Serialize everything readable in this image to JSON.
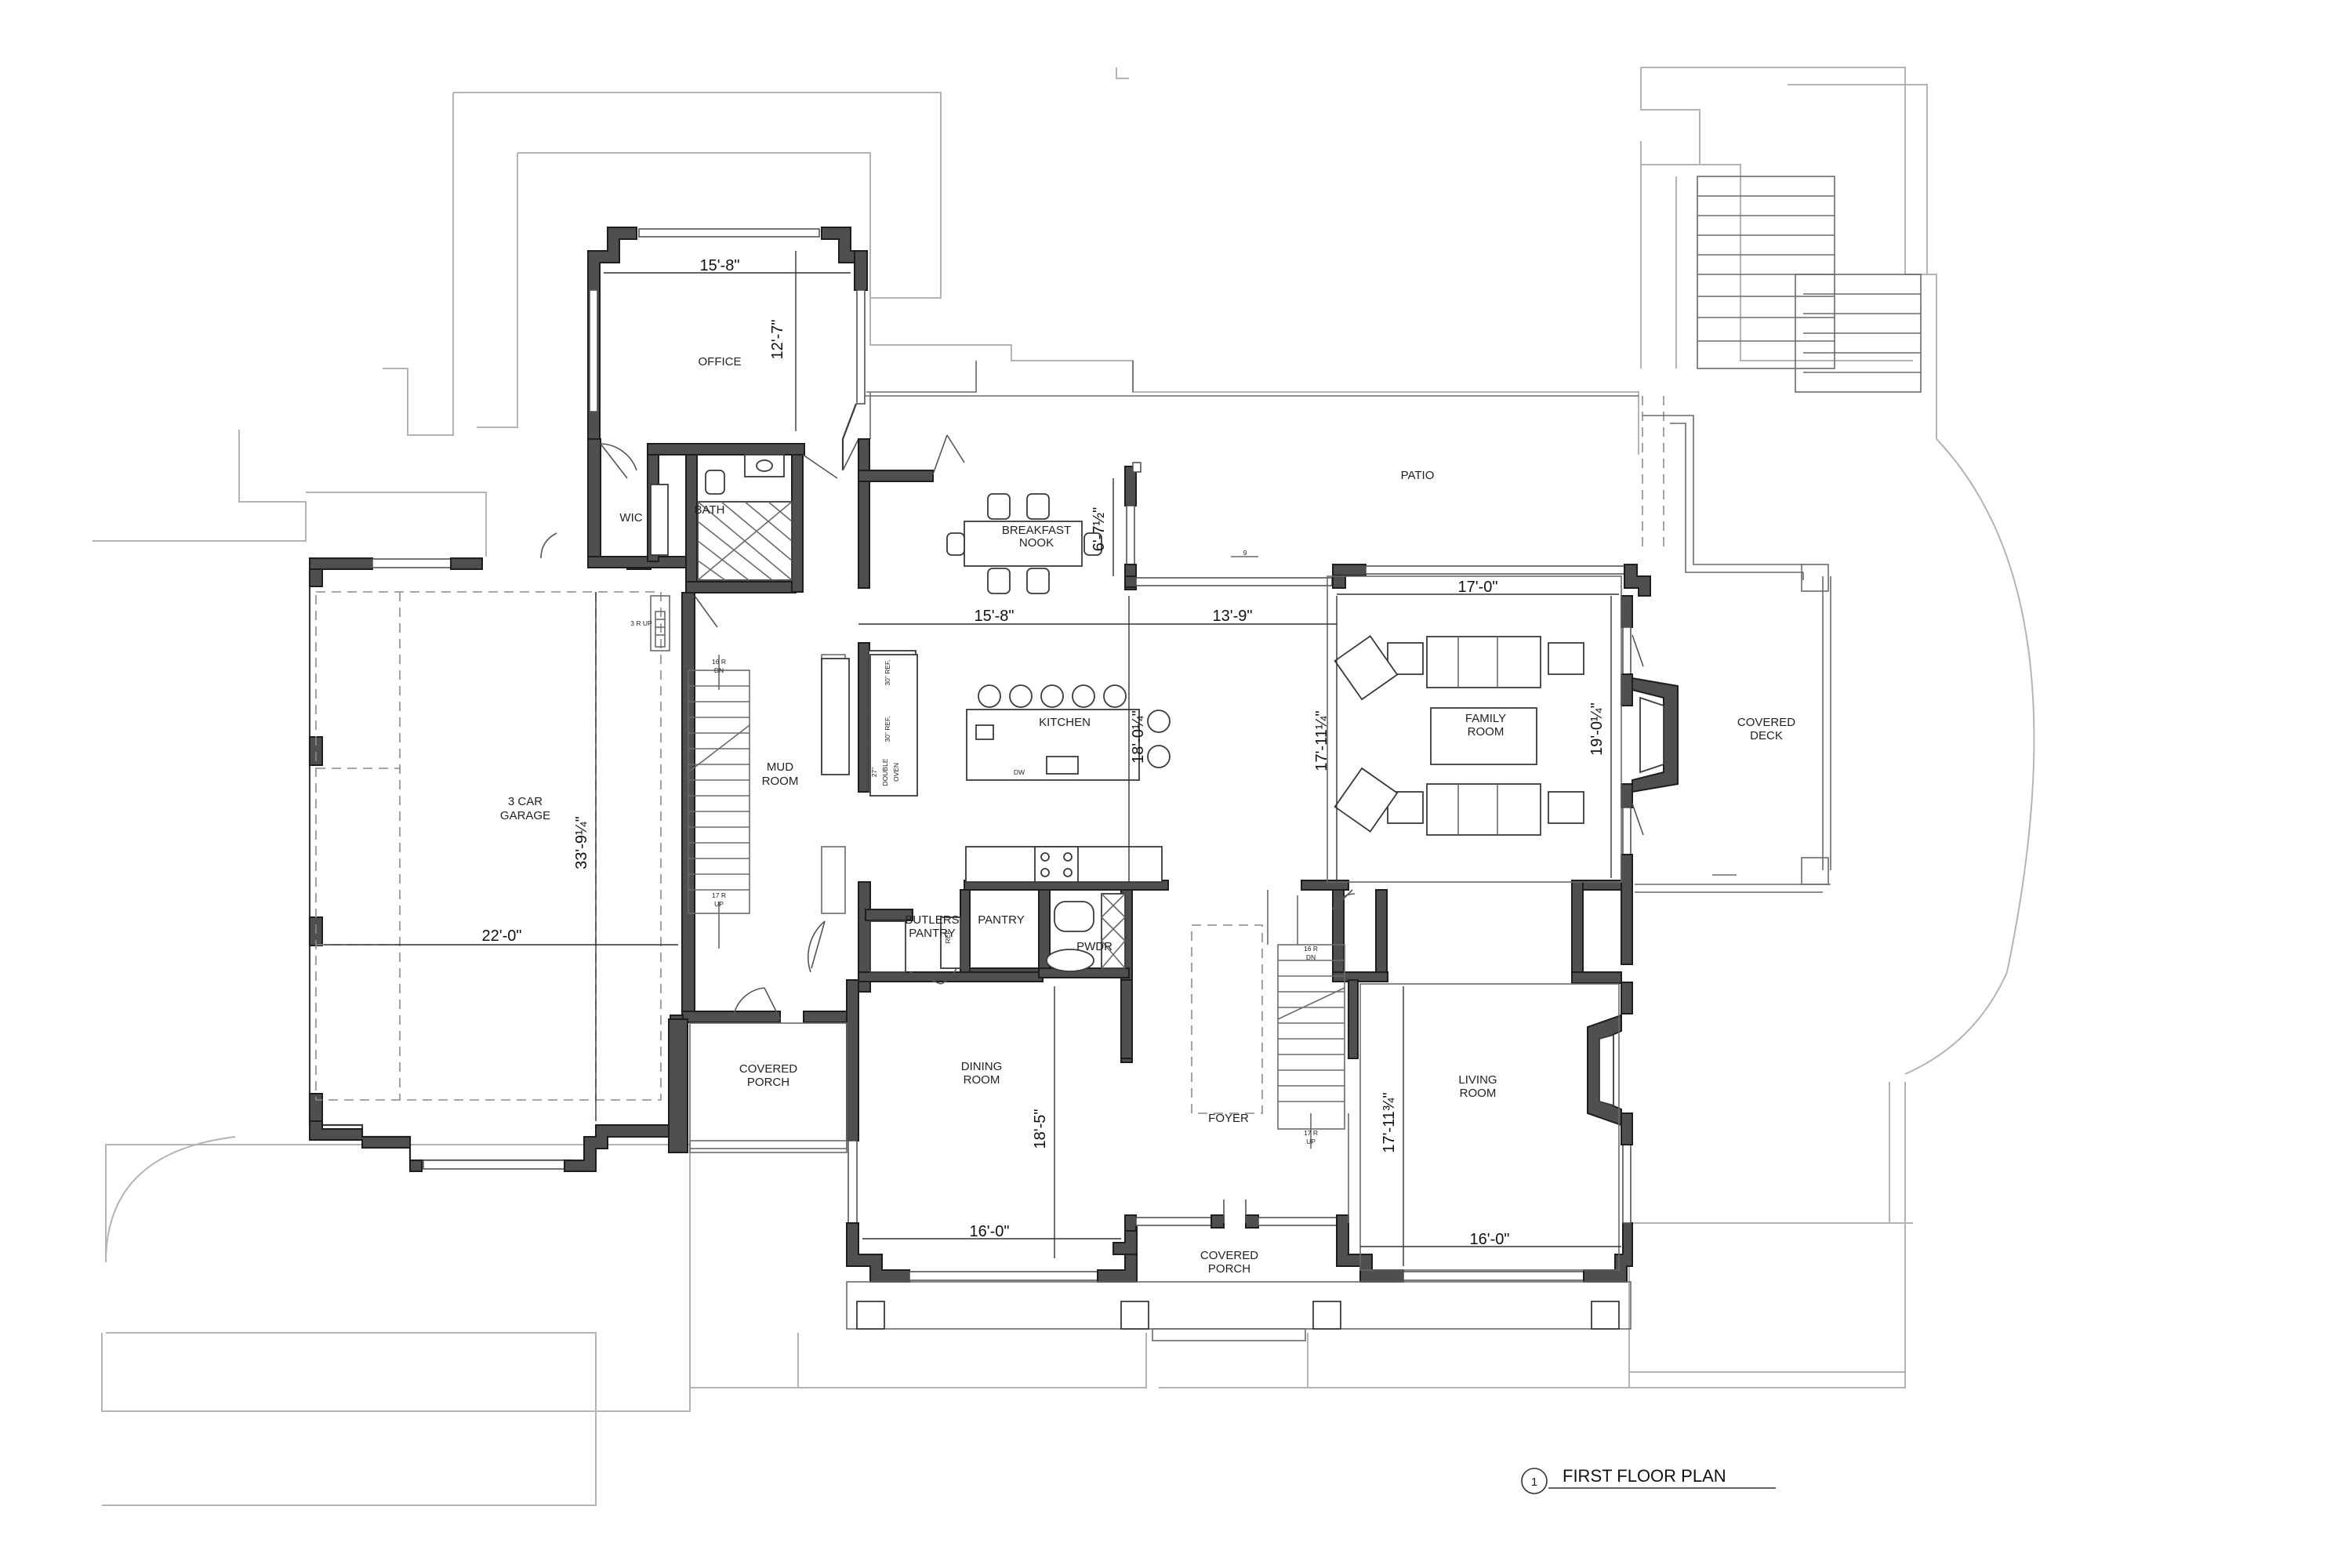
{
  "rooms": {
    "office": "OFFICE",
    "wic": "WIC",
    "bath": "BATH",
    "breakfast_nook": [
      "BREAKFAST",
      "NOOK"
    ],
    "patio": "PATIO",
    "garage": [
      "3 CAR",
      "GARAGE"
    ],
    "mud_room": [
      "MUD",
      "ROOM"
    ],
    "kitchen": "KITCHEN",
    "family_room": [
      "FAMILY",
      "ROOM"
    ],
    "covered_deck": [
      "COVERED",
      "DECK"
    ],
    "butlers_pantry": [
      "BUTLERS",
      "PANTRY"
    ],
    "pantry": "PANTRY",
    "pwdr": "PWDR",
    "covered_porch_side": [
      "COVERED",
      "PORCH"
    ],
    "dining_room": [
      "DINING",
      "ROOM"
    ],
    "foyer": "FOYER",
    "living_room": [
      "LIVING",
      "ROOM"
    ],
    "covered_porch_front": [
      "COVERED",
      "PORCH"
    ]
  },
  "dimensions": {
    "office_width": "15'-8\"",
    "office_depth": "12'-7\"",
    "nook_depth": "6'-7½\"",
    "kitchen_width_left": "15'-8\"",
    "kitchen_width_right": "13'-9\"",
    "family_width": "17'-0\"",
    "kitchen_depth": "18'-0¼\"",
    "family_depth": "17'-11¼\"",
    "family_depth_right": "19'-0¼\"",
    "garage_width": "22'-0\"",
    "garage_depth": "33'-9¼\"",
    "dining_depth": "18'-5\"",
    "dining_width": "16'-0\"",
    "living_depth": "17'-11¾\"",
    "living_width": "16'-0\""
  },
  "notes": {
    "stair_up_small": "3 R UP",
    "mud_stair_dn": [
      "16 R",
      "DN"
    ],
    "mud_stair_up": [
      "17 R",
      "UP"
    ],
    "foyer_stair_dn": [
      "16 R",
      "DN"
    ],
    "foyer_stair_up": [
      "17 R",
      "UP"
    ],
    "ref_30_a": "30\" REF.",
    "ref_30_b": "30\" REF.",
    "double_oven": [
      "27\"",
      "DOUBLE",
      "OVEN"
    ],
    "dw": "DW",
    "ref_butler": "REF",
    "beam_mark": "9"
  },
  "drawing_title": {
    "number": "1",
    "label": "FIRST FLOOR PLAN"
  }
}
